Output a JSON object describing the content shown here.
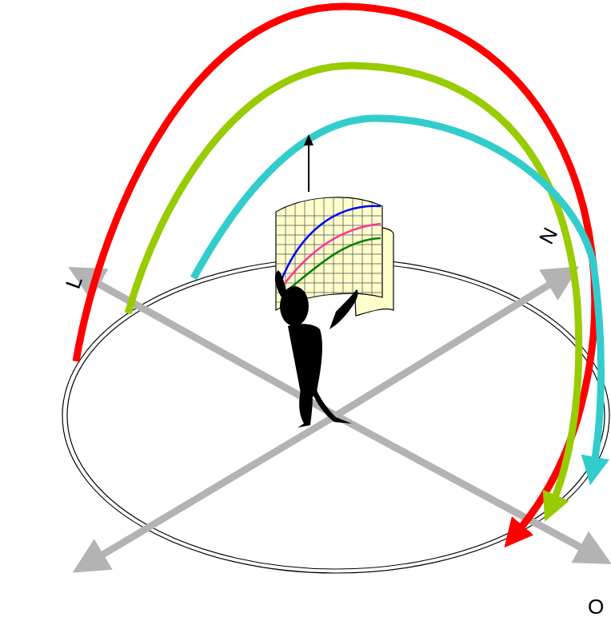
{
  "diagram": {
    "labels": [
      "L",
      "N",
      "O"
    ]
  }
}
